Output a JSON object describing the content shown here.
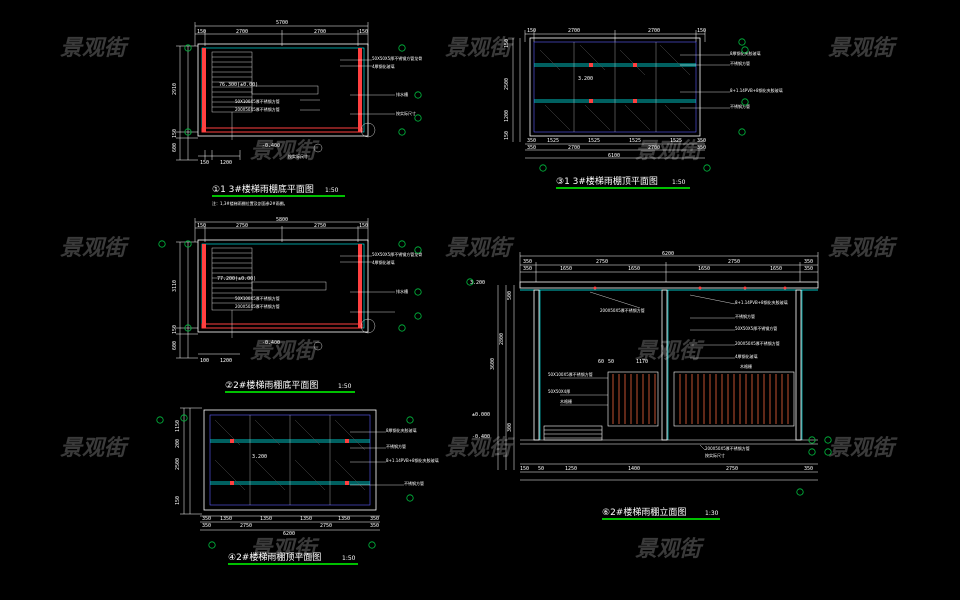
{
  "watermark": "景观街",
  "colors": {
    "background": "#000000",
    "outline": "#ffffff",
    "column": "#ff4040",
    "beam": "#00ffff",
    "axis": "#00c040",
    "underline": "#00ff00",
    "wood": "#c05030",
    "glass": "#6060ff"
  },
  "views": [
    {
      "id": "v1",
      "title": "①1 3#楼梯雨棚底平面图",
      "scale": "1:50",
      "note": "注：1,3#楼梯雨棚位置及剖面参2#雨棚。",
      "dims_top": [
        "150",
        "2700",
        "2700",
        "150"
      ],
      "dim_total": "5700",
      "dims_bottom": [
        "150",
        "1200"
      ],
      "dims_left": [
        "2910",
        "150",
        "600"
      ],
      "level_main": "76.300(±0.00)",
      "level_low": "-0.400",
      "labels": [
        "50X50X5厚不锈钢方管龙骨",
        "4厚钢化玻璃",
        "50X100X5厚不锈钢方管",
        "200X50X5厚不锈钢方管",
        "排水槽",
        "按实际尺寸",
        "按实际尺寸"
      ]
    },
    {
      "id": "v2",
      "title": "③1 3#楼梯雨棚顶平面图",
      "scale": "1:50",
      "dims_top": [
        "150",
        "2700",
        "2700",
        "150"
      ],
      "dims_bottom": [
        "350",
        "1525",
        "1525",
        "1525",
        "1525",
        "350"
      ],
      "dims_bottom2": [
        "350",
        "2700",
        "2700",
        "350"
      ],
      "dim_total": "6100",
      "dims_left": [
        "150",
        "2500",
        "1200",
        "150"
      ],
      "level_main": "3.200",
      "labels": [
        "8厚钢化夹胶玻璃",
        "不锈钢方管",
        "8+1.14PVB+8钢化夹胶玻璃",
        "不锈钢方管"
      ]
    },
    {
      "id": "v3",
      "title": "②2#楼梯雨棚底平面图",
      "scale": "1:50",
      "dims_top": [
        "150",
        "2750",
        "2750",
        "150"
      ],
      "dim_total": "5800",
      "dims_bottom": [
        "100",
        "1200"
      ],
      "dims_left": [
        "3110",
        "150",
        "600"
      ],
      "level_main": "77.200(±0.00)",
      "level_low": "-0.400",
      "labels": [
        "50X50X5厚不锈钢方管龙骨",
        "4厚钢化玻璃",
        "50X100X5厚不锈钢方管",
        "200X50X5厚不锈钢方管",
        "排水槽"
      ]
    },
    {
      "id": "v4",
      "title": "④2#楼梯雨棚顶平面图",
      "scale": "1:50",
      "dims_bottom": [
        "350",
        "1350",
        "1350",
        "1350",
        "1350",
        "350"
      ],
      "dims_bottom2": [
        "350",
        "2750",
        "2750",
        "350"
      ],
      "dim_total": "6200",
      "dims_left": [
        "1150",
        "200",
        "2500",
        "150"
      ],
      "level_main": "3.200",
      "labels": [
        "8厚钢化夹胶玻璃",
        "不锈钢方管",
        "8+1.14PVB+8钢化夹胶玻璃",
        "不锈钢方管"
      ]
    },
    {
      "id": "v5",
      "title": "⑥2#楼梯雨棚立面图",
      "scale": "1:30",
      "dims_top": [
        "350",
        "2750",
        "2750",
        "350"
      ],
      "dims_top2": [
        "350",
        "1650",
        "1650",
        "1650",
        "1650",
        "350"
      ],
      "dim_total": "6200",
      "dims_bottom": [
        "150",
        "50",
        "1250",
        "1400",
        "2750",
        "350"
      ],
      "dims_left": [
        "3600",
        "2800",
        "500",
        "300"
      ],
      "level_top": "3.200",
      "level_zero": "±0.000",
      "level_low": "-0.400",
      "labels_mid": [
        "60",
        "50",
        "1170"
      ],
      "labels": [
        "200X50X5厚不锈钢方管",
        "8+1.14PVB+8钢化夹胶玻璃",
        "不锈钢方管",
        "50X50X5厚不锈钢方管",
        "200X50X5厚不锈钢方管",
        "4厚钢化玻璃",
        "木格栅",
        "50X100X5厚不锈钢方管",
        "50X50X4厚",
        "木格栅",
        "200X50X5厚不锈钢方管",
        "按实际尺寸"
      ]
    }
  ]
}
